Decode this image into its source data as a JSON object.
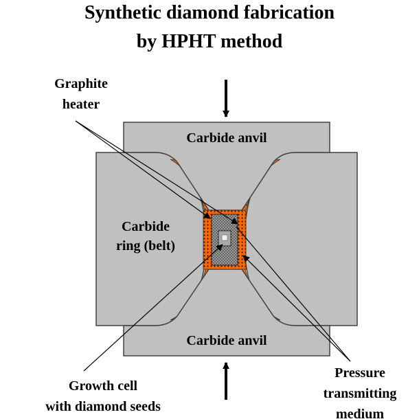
{
  "title": {
    "line1": "Synthetic diamond fabrication",
    "line2": "by HPHT method"
  },
  "labels": {
    "top_anvil": "Carbide anvil",
    "bottom_anvil": "Carbide anvil",
    "ring_line1": "Carbide",
    "ring_line2": "ring (belt)",
    "heater_line1": "Graphite",
    "heater_line2": "heater",
    "growth_line1": "Growth cell",
    "growth_line2": "with diamond seeds",
    "pressure_line1": "Pressure",
    "pressure_line2": "transmitting",
    "pressure_line3": "medium"
  },
  "colors": {
    "carbide": "#c0c0c0",
    "pressure_medium": "#ff6600",
    "outline": "#404040"
  }
}
